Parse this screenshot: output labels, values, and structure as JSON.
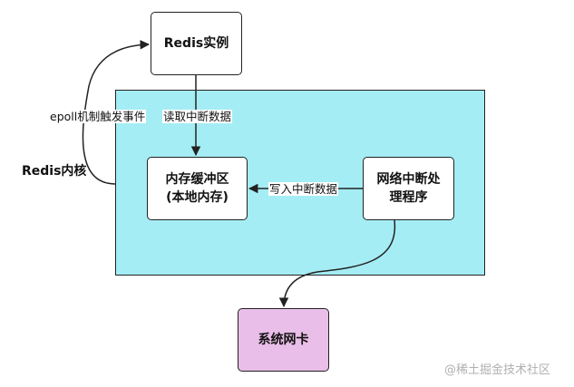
{
  "nodes": {
    "redis_instance": "Redis实例",
    "buffer": "内存缓冲区\n(本地内存)",
    "irq_handler": "网络中断处\n理程序",
    "nic": "系统网卡"
  },
  "edges": {
    "read_interrupt_data": "读取中断数据",
    "write_interrupt_data": "写入中断数据",
    "epoll_trigger": "epoll机制触发事件"
  },
  "regions": {
    "redis_kernel": "Redis内核"
  },
  "watermark": "@稀土掘金技术社区",
  "colors": {
    "kernel_fill": "#a5edf4",
    "nic_fill": "#e9bee8",
    "stroke": "#222222"
  }
}
